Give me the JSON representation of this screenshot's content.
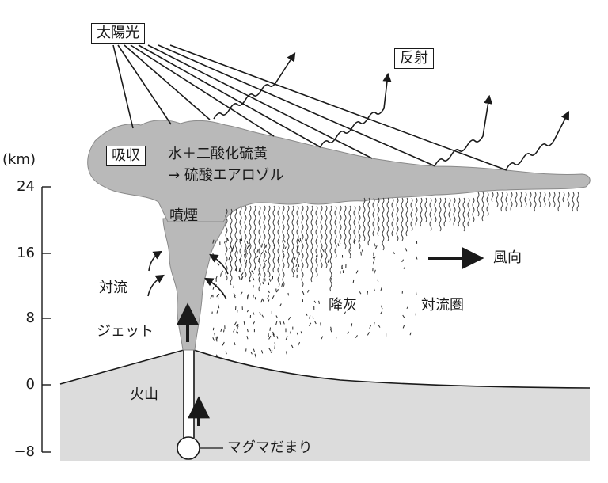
{
  "labels": {
    "sunlight": "太陽光",
    "reflection": "反射",
    "absorption": "吸収",
    "chem_line1": "水＋二酸化硫黄",
    "chem_line2": "→ 硫酸エアロゾル",
    "eruption_smoke": "噴煙",
    "wind_direction": "風向",
    "convection": "対流",
    "jet": "ジェット",
    "ashfall": "降灰",
    "troposphere": "対流圏",
    "volcano": "火山",
    "magma_chamber": "マグマだまり"
  },
  "axis": {
    "unit": "(km)",
    "ticks": [
      "24",
      "16",
      "8",
      "0",
      "−8"
    ]
  },
  "colors": {
    "plume": "#b9b9b9",
    "ground": "#dcdcdc",
    "ink": "#1a1a1a"
  }
}
